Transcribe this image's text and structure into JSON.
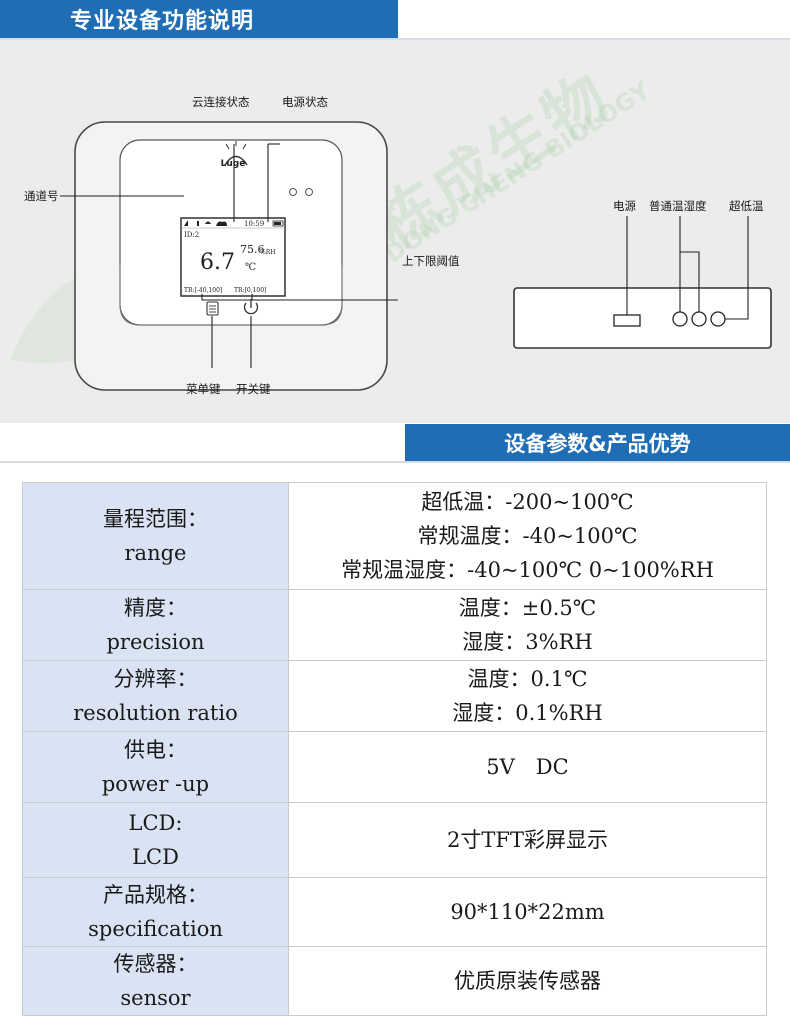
{
  "header": {
    "title": "专业设备功能说明"
  },
  "diagram": {
    "device": {
      "brand": "Luge",
      "screen": {
        "id_text": "ID:2",
        "time": "10:59",
        "temperature": "6.7",
        "temperature_unit": "℃",
        "humidity": "75.6",
        "humidity_unit": "%RH",
        "threshold_left": "TR:[-40,100]",
        "threshold_right": "TR:[0,100]"
      }
    },
    "callouts": {
      "cloud_status": "云连接状态",
      "power_status": "电源状态",
      "channel": "通道号",
      "threshold": "上下限阈值",
      "menu_key": "菜单键",
      "power_key": "开关键",
      "side_power": "电源",
      "side_temp_humidity": "普通温湿度",
      "side_ultra_low": "超低温"
    },
    "watermark": {
      "main": "栋成生物",
      "sub": "DONG CHENG BIOLOGY"
    }
  },
  "specs_header": {
    "title": "设备参数&产品优势"
  },
  "specs": [
    {
      "label_cn": "量程范围：",
      "label_en": "range",
      "values": [
        "超低温：-200~100℃",
        "常规温度：-40~100℃",
        "常规温湿度：-40~100℃ 0~100%RH"
      ]
    },
    {
      "label_cn": "精度：",
      "label_en": "precision",
      "values": [
        "温度：±0.5℃",
        "湿度：3%RH"
      ]
    },
    {
      "label_cn": "分辨率：",
      "label_en": "resolution ratio",
      "values": [
        "温度：0.1℃",
        "湿度：0.1%RH"
      ]
    },
    {
      "label_cn": "供电：",
      "label_en": "power -up",
      "values": [
        "5V　DC"
      ]
    },
    {
      "label_cn": "LCD:",
      "label_en": "LCD",
      "values": [
        "2寸TFT彩屏显示"
      ]
    },
    {
      "label_cn": "产品规格：",
      "label_en": "specification",
      "values": [
        "90*110*22mm"
      ]
    },
    {
      "label_cn": "传感器：",
      "label_en": "sensor",
      "values": [
        "优质原装传感器"
      ]
    }
  ]
}
